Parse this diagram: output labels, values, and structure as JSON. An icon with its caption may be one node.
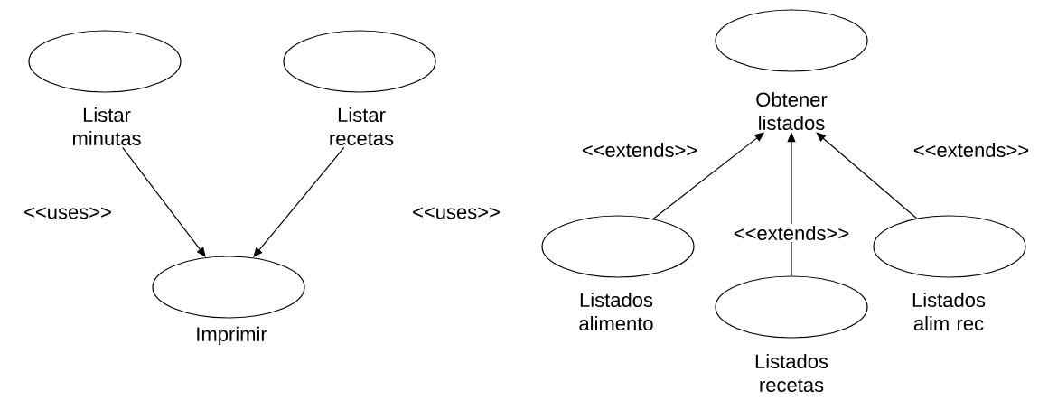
{
  "diagram": {
    "nodes": [
      {
        "text": [
          "Listar minutas"
        ]
      },
      {
        "text": [
          "Listar recetas"
        ]
      },
      {
        "text": [
          "Imprimir"
        ]
      },
      {
        "text": [
          "Obtener listados"
        ]
      },
      {
        "text": [
          "Listados alimento"
        ]
      },
      {
        "text": [
          "Listados recetas"
        ]
      },
      {
        "text": [
          "Listados alim rec"
        ]
      }
    ],
    "edges": [
      {
        "from": 0,
        "to": 2,
        "arrow": "to",
        "label": "<<uses>>"
      },
      {
        "from": 1,
        "to": 2,
        "arrow": "to",
        "label": "<<uses>>"
      },
      {
        "from": 4,
        "to": 3,
        "arrow": "to",
        "label": "<<extends>>"
      },
      {
        "from": 5,
        "to": 3,
        "arrow": "to",
        "label": "<<extends>>"
      },
      {
        "from": 6,
        "to": 3,
        "arrow": "to",
        "label": "<<extends>>"
      }
    ]
  }
}
